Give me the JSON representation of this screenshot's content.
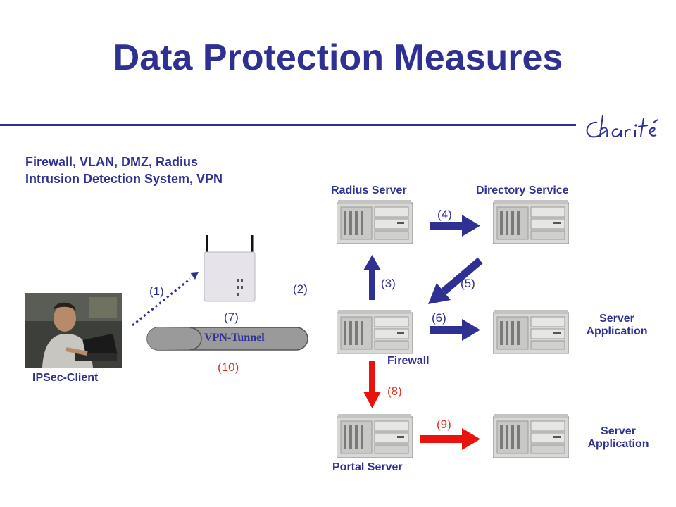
{
  "title": "Data Protection Measures",
  "logo_text": "Charité",
  "subtitle": {
    "line1": "Firewall, VLAN, DMZ, Radius",
    "line2": "Intrusion Detection System, VPN"
  },
  "nodes": {
    "radius_server": "Radius Server",
    "directory_service": "Directory Service",
    "firewall": "Firewall",
    "server_application_1_line1": "Server",
    "server_application_1_line2": "Application",
    "server_application_2_line1": "Server",
    "server_application_2_line2": "Application",
    "portal_server": "Portal Server",
    "ipsec_client": "IPSec-Client",
    "vpn_tunnel": "VPN-Tunnel"
  },
  "steps": {
    "s1": "(1)",
    "s2": "(2)",
    "s3": "(3)",
    "s4": "(4)",
    "s5": "(5)",
    "s6": "(6)",
    "s7": "(7)",
    "s8": "(8)",
    "s9": "(9)",
    "s10": "(10)"
  },
  "colors": {
    "brand": "#2e3192",
    "arrow_blue": "#2e3192",
    "arrow_red": "#e8120e",
    "step_red": "#e03020"
  }
}
